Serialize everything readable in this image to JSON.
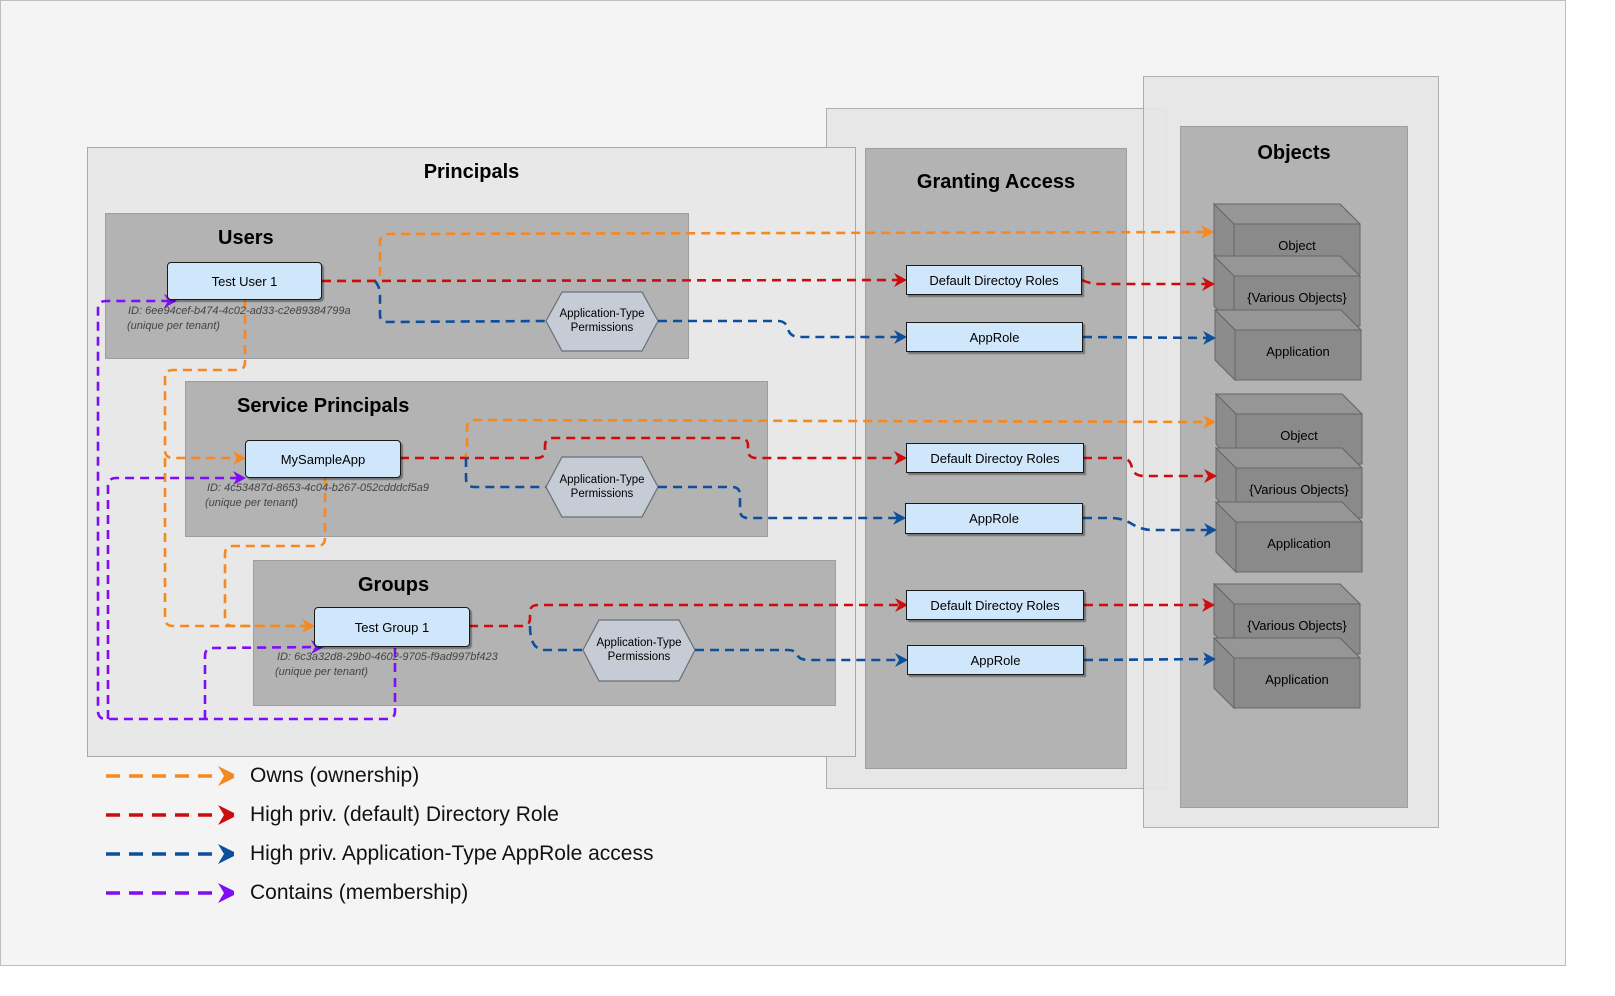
{
  "panels": {
    "principals": "Principals",
    "users": "Users",
    "service_principals": "Service Principals",
    "groups": "Groups",
    "granting_access": "Granting Access",
    "objects": "Objects"
  },
  "principals": {
    "user": {
      "label": "Test User 1",
      "id": "ID: 6ee94cef-b474-4c02-ad33-c2e89384799a",
      "note": "(unique per tenant)"
    },
    "app": {
      "label": "MySampleApp",
      "id": "ID: 4c53487d-8653-4c04-b267-052cdddcf5a9",
      "note": "(unique per tenant)"
    },
    "group": {
      "label": "Test Group 1",
      "id": "ID: 6c3a32d8-29b0-4602-9705-f9ad997bf423",
      "note": "(unique per tenant)"
    }
  },
  "permissions_label_line1": "Application-Type",
  "permissions_label_line2": "Permissions",
  "granting": {
    "roles": [
      "Default Directoy Roles",
      "Default Directoy Roles",
      "Default Directoy Roles"
    ],
    "approles": [
      "AppRole",
      "AppRole",
      "AppRole"
    ]
  },
  "objects": {
    "set1": [
      "Object",
      "{Various Objects}",
      "Application"
    ],
    "set2": [
      "Object",
      "{Various Objects}",
      "Application"
    ],
    "set3": [
      "{Various Objects}",
      "Application"
    ]
  },
  "legend": [
    {
      "label": "Owns (ownership)",
      "color": "#f5891f"
    },
    {
      "label": "High priv. (default) Directory Role",
      "color": "#cc0d0d"
    },
    {
      "label": "High priv. Application-Type AppRole access",
      "color": "#0d4f9c"
    },
    {
      "label": "Contains (membership)",
      "color": "#7f0df5"
    }
  ],
  "colors": {
    "owns": "#f5891f",
    "role": "#cc0d0d",
    "approle": "#0d4f9c",
    "contains": "#7f0df5"
  }
}
